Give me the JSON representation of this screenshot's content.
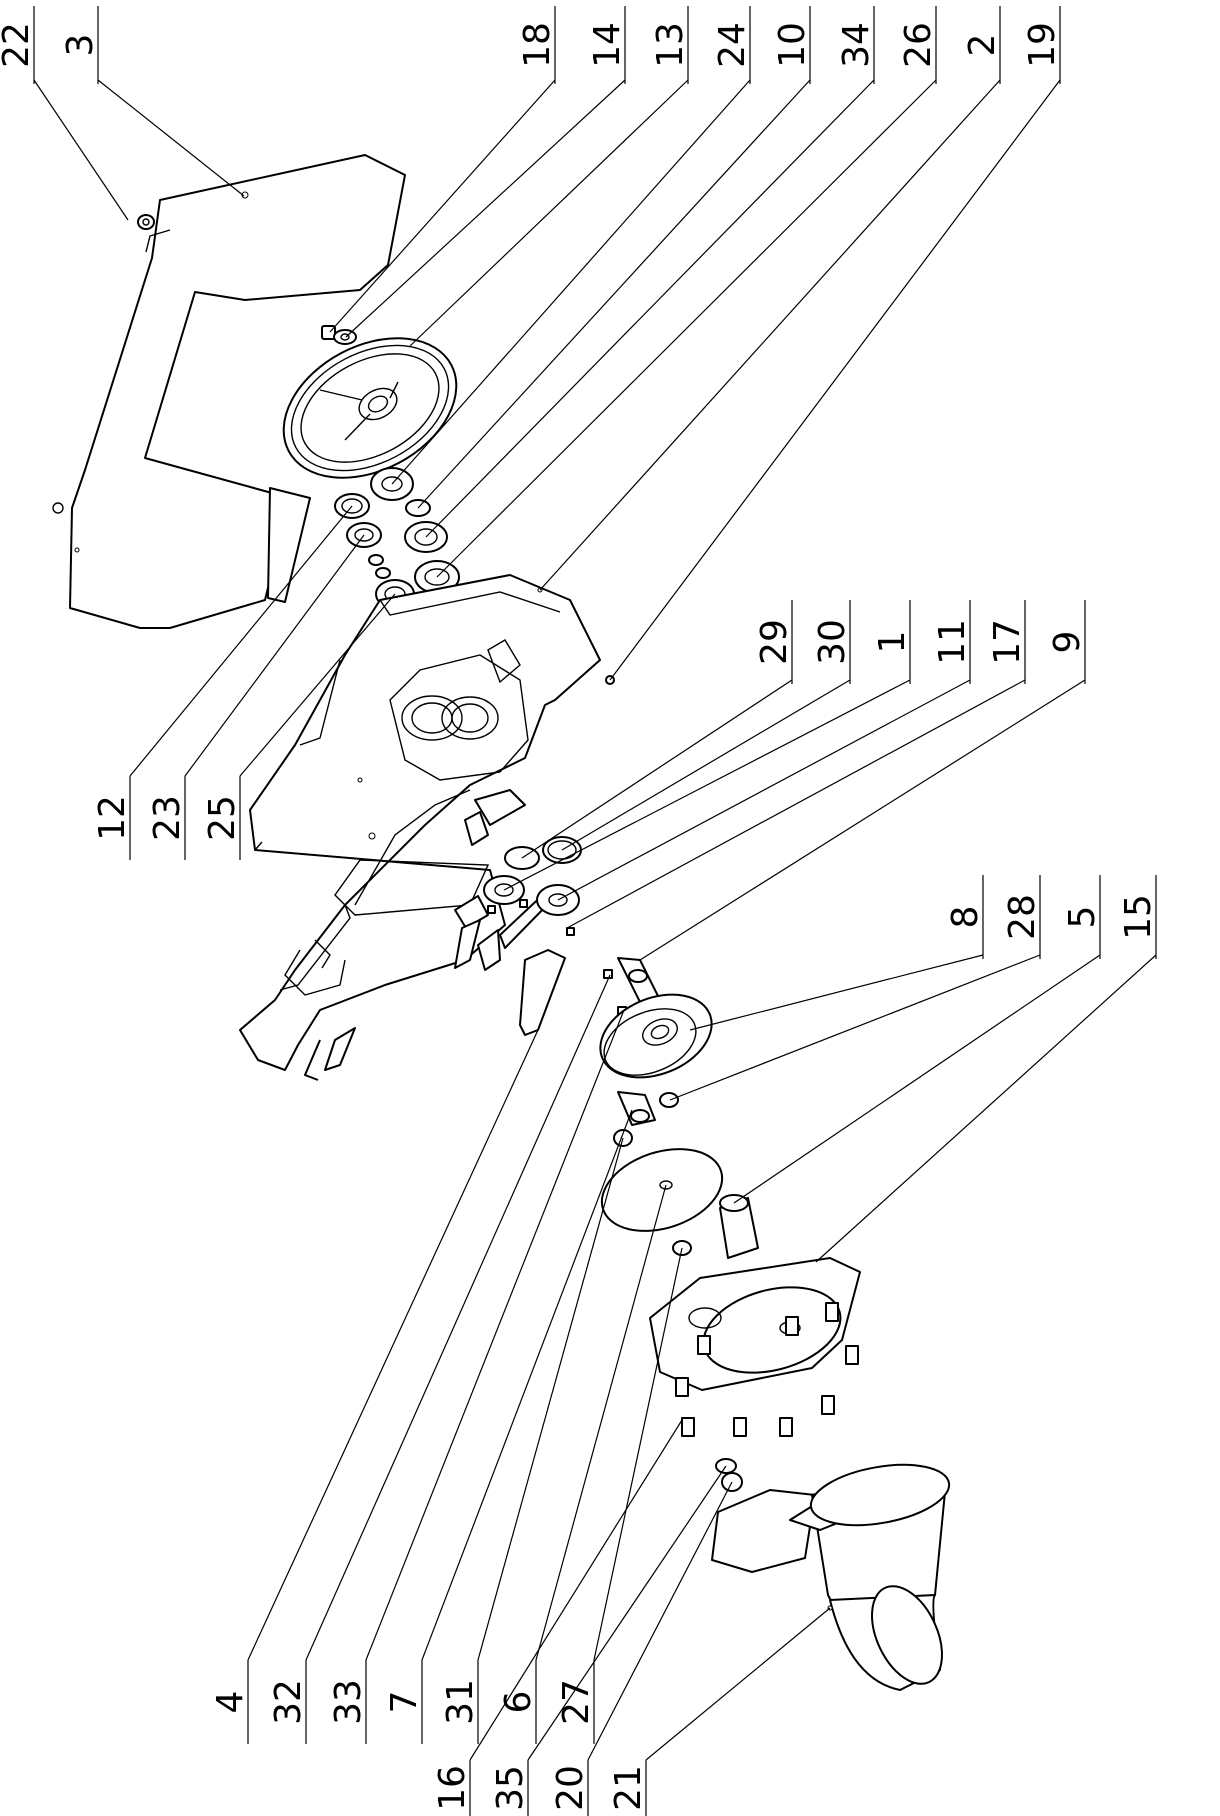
{
  "diagram": {
    "type": "exploded-parts-diagram",
    "callouts_top": [
      "22",
      "3",
      "18",
      "14",
      "13",
      "24",
      "10",
      "34",
      "26",
      "2",
      "19"
    ],
    "callouts_left_mid": [
      "12",
      "23",
      "25"
    ],
    "callouts_right_mid": [
      "29",
      "30",
      "1",
      "11",
      "17",
      "9"
    ],
    "callouts_right_lower": [
      "8",
      "28",
      "5",
      "15"
    ],
    "callouts_bottom_mid": [
      "4",
      "32",
      "33",
      "7",
      "31",
      "6",
      "27"
    ],
    "callouts_bottom": [
      "16",
      "35",
      "20",
      "21"
    ]
  }
}
